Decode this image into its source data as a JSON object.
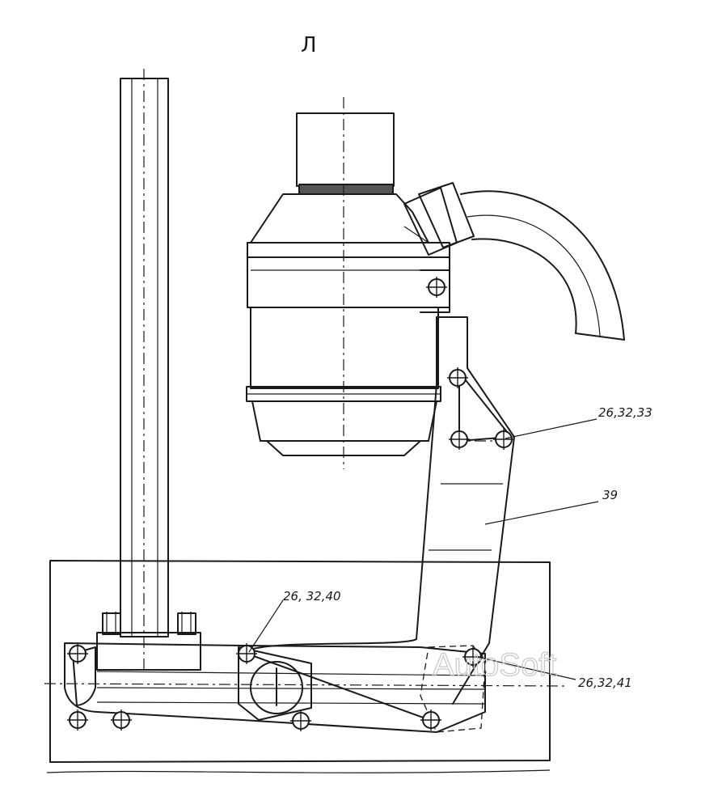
{
  "view_label": "Л",
  "watermark": "AutoSoft",
  "callouts": [
    {
      "id": "c1",
      "text": "26,32,33"
    },
    {
      "id": "c2",
      "text": "39"
    },
    {
      "id": "c3",
      "text": "26, 32,40"
    },
    {
      "id": "c4",
      "text": "26,32,41"
    }
  ]
}
